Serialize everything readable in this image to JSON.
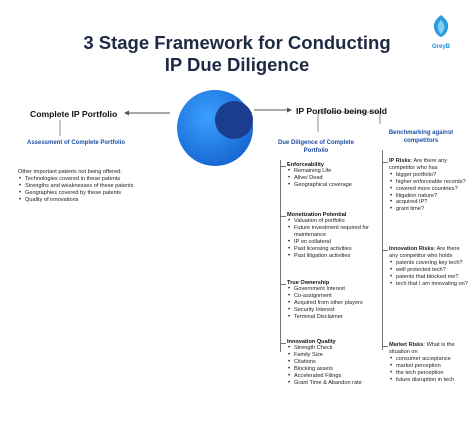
{
  "title": {
    "line1": "3 Stage Framework for Conducting",
    "line2": "IP Due Diligence"
  },
  "logo": {
    "text": "GreyB"
  },
  "complete": {
    "heading": "Complete IP Portfolio",
    "sub": "Assessment of Complete Portfolio",
    "intro": "Other important patents not being offered:",
    "items": [
      "Technologies covered in these patents",
      "Strengths and weaknesses of these patents",
      "Geographies covered by these patents",
      "Quality of innovations"
    ]
  },
  "sold": {
    "heading": "IP Portfolio being sold",
    "sub": "Due Diligence of Complete Portfolio",
    "sections": [
      {
        "title": "Enforceability",
        "items": [
          "Remaining Life",
          "Alive/ Dead",
          "Geographical coverage"
        ]
      },
      {
        "title": "Monetization Potential",
        "items": [
          "Valuation of portfolio",
          "Future investment required for maintenance",
          "IP on collateral",
          "Past licensing activities",
          "Past litigation activities"
        ]
      },
      {
        "title": "True Ownership",
        "items": [
          "Government Interest",
          "Co-assignment",
          "Acquired from other players",
          "Security Interest",
          "Terminal Disclaimer"
        ]
      },
      {
        "title": "Innovation Quality",
        "items": [
          "Strength Check",
          "Family Size",
          "Citations",
          "Blocking assets",
          "Accelerated Filings",
          "Grant Time & Abandon rate"
        ]
      }
    ]
  },
  "bench": {
    "heading": "Benchmarking against competitors",
    "risks": [
      {
        "title": "IP Risks",
        "text": ": Are there any competitor who has",
        "items": [
          "bigger portfolio?",
          "higher enforceable records?",
          "covered more countries?",
          "litigation nature?",
          "acquired IP?",
          "grant time?"
        ]
      },
      {
        "title": "Innovation Risks",
        "text": ": Are there any competitor who holds",
        "items": [
          "patents covering key tech?",
          "well protected tech?",
          "patents that blocked me?",
          "tech that I am innovating on?"
        ]
      },
      {
        "title": "Market Risks",
        "text": ": What is the situation on",
        "items": [
          "consumer acceptance",
          "market perception",
          "the tech perception",
          "future disruption in tech"
        ]
      }
    ]
  },
  "colors": {
    "big_circle": "#1f7fe0",
    "small_circle": "#1b3c8f",
    "heading_blue": "#1f4fa3",
    "title": "#1f2a44"
  }
}
